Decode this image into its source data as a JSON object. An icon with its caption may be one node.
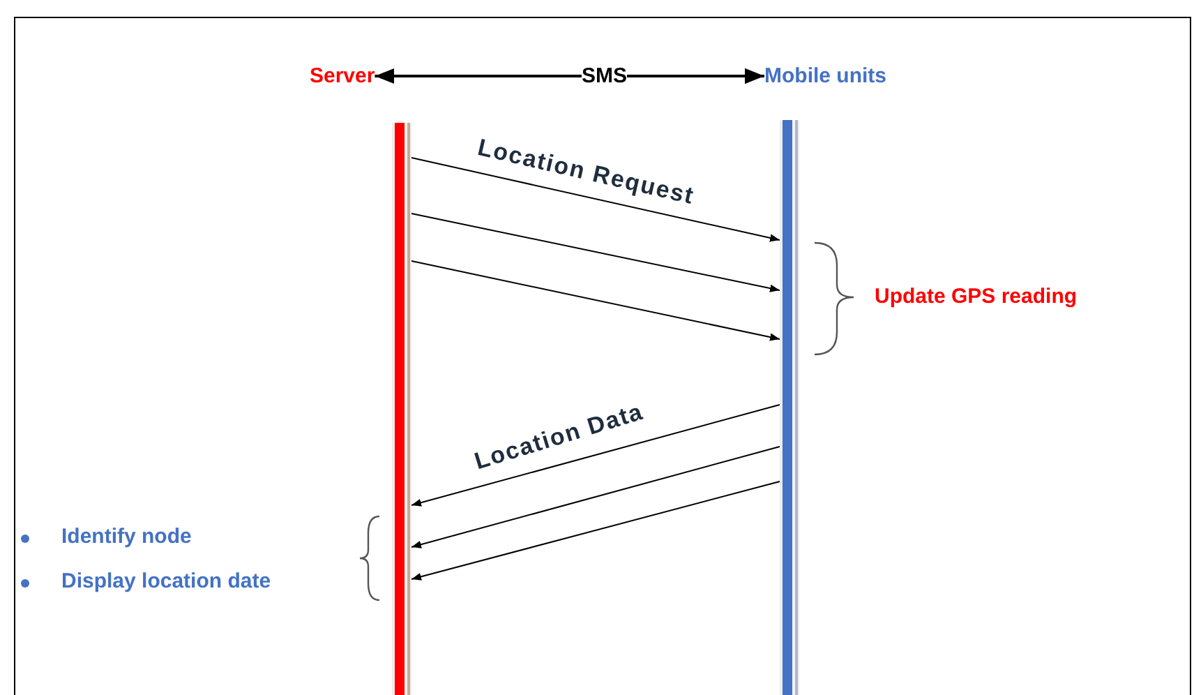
{
  "diagram": {
    "nodes": [
      {
        "text": [
          "Server"
        ]
      },
      {
        "text": [
          "SMS"
        ]
      },
      {
        "text": [
          "Mobile units"
        ]
      },
      {
        "text": [],
        "shape": "bar"
      },
      {
        "text": [],
        "shape": "bar"
      }
    ],
    "edges": [
      {
        "from": 1,
        "to": 0,
        "arrow": "to"
      },
      {
        "from": 1,
        "to": 2,
        "arrow": "to"
      },
      {
        "from": 3,
        "to": 4,
        "arrow": "to",
        "label": "Location Request"
      },
      {
        "from": 3,
        "to": 4,
        "arrow": "to"
      },
      {
        "from": 3,
        "to": 4,
        "arrow": "to"
      },
      {
        "from": 4,
        "to": 3,
        "arrow": "to",
        "label": "Location Data"
      },
      {
        "from": 4,
        "to": 3,
        "arrow": "to"
      },
      {
        "from": 4,
        "to": 3,
        "arrow": "to"
      }
    ],
    "labels": [
      "Update GPS reading",
      "Identify node",
      "Display location date"
    ]
  }
}
